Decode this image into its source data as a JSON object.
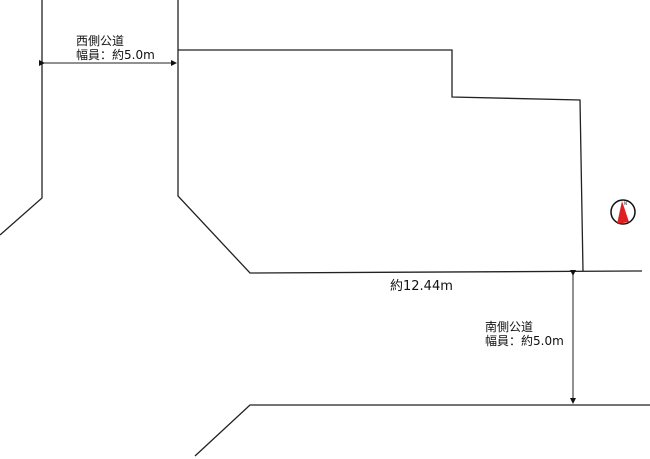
{
  "west_road": {
    "name": "西側公道",
    "width": "幅員：約5.0m"
  },
  "south_road": {
    "name": "南側公道",
    "width": "幅員：約5.0m"
  },
  "frontage": "約12.44m",
  "north_arrow": {
    "icon": "north-arrow-icon",
    "letter": "N",
    "color": "#e02020"
  }
}
